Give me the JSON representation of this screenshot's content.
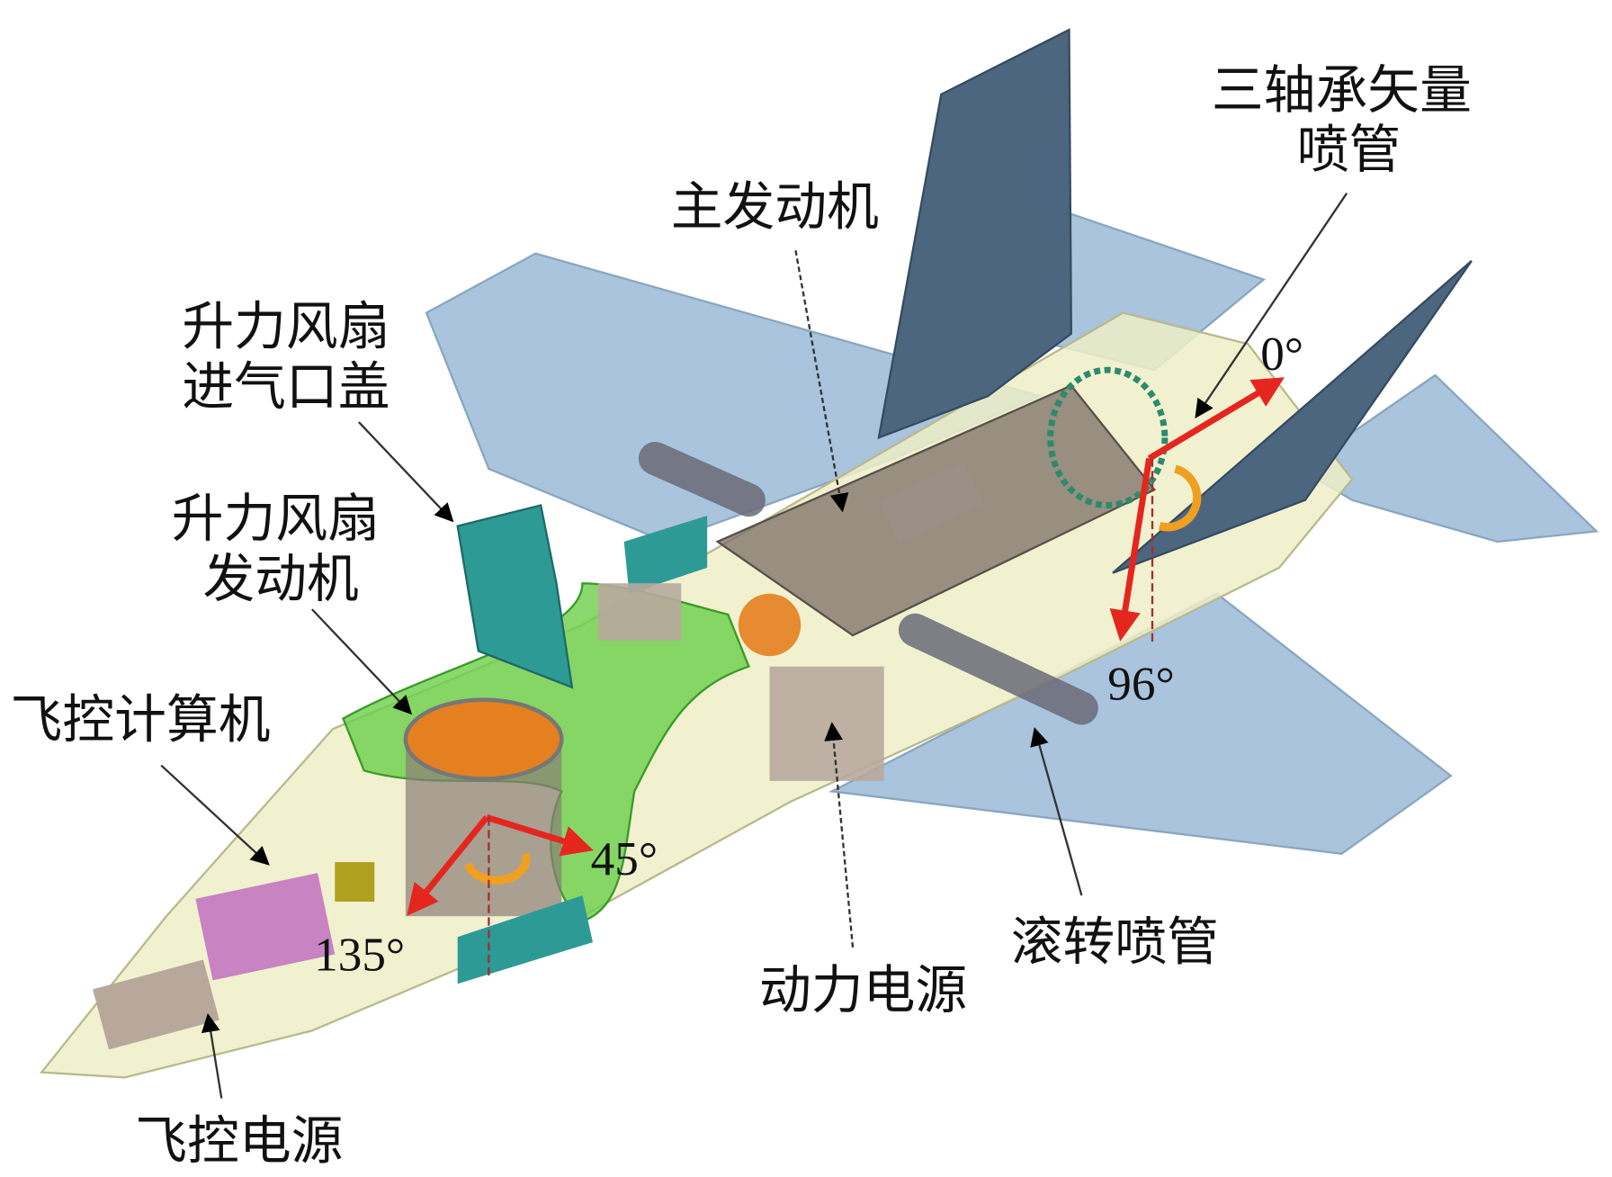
{
  "labels": {
    "nozzle_line1": "三轴承矢量",
    "nozzle_line2": "喷管",
    "main_engine": "主发动机",
    "inlet_cover_line1": "升力风扇",
    "inlet_cover_line2": "进气口盖",
    "lift_fan_line1": "升力风扇",
    "lift_fan_line2": "发动机",
    "flight_computer": "飞控计算机",
    "flight_power": "飞控电源",
    "power_supply": "动力电源",
    "roll_nozzle": "滚转喷管"
  },
  "angles": {
    "nozzle_0": "0°",
    "nozzle_96": "96°",
    "fan_45": "45°",
    "fan_135": "135°"
  },
  "colors": {
    "wing": "#a9c4dc",
    "tail": "#4d6680",
    "fuselage": "#eeeec8",
    "engine": "#7a6e66",
    "duct": "#6cd04a",
    "door": "#2e9a96",
    "arrow": "#e5261f",
    "rotation": "#f0a020",
    "computer": "#c070c0"
  }
}
